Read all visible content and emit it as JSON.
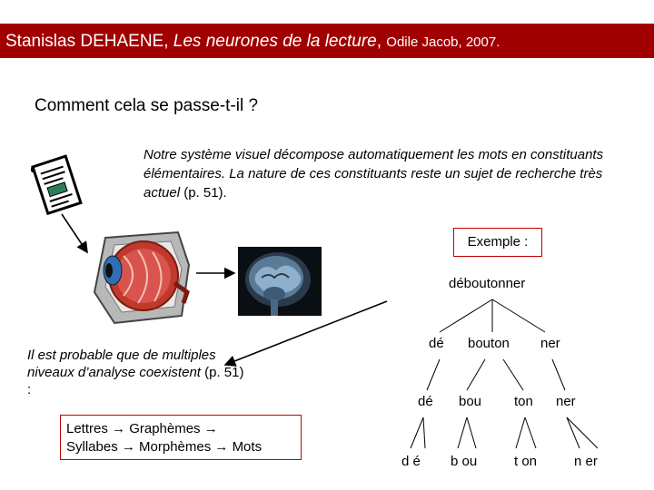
{
  "banner": {
    "author": "Stanislas DEHAENE, ",
    "book_title": "Les neurones de la lecture",
    "sep": ", ",
    "publisher": "Odile Jacob, 2007."
  },
  "heading": "Comment cela se passe-t-il ?",
  "description": {
    "text": "Notre système visuel décompose automatiquement les mots en constituants élémentaires.  La nature de ces constituants reste un sujet de recherche très actuel",
    "ref": "(p. 51)."
  },
  "note": {
    "text": "Il est probable que de multiples niveaux d’analyse coexistent",
    "ref": "(p. 51) :"
  },
  "chain": {
    "line1": "Lettres → Graphèmes →",
    "line2": "Syllabes → Morphèmes → Mots"
  },
  "example": {
    "label": "Exemple :",
    "root": "déboutonner",
    "level1": [
      "dé",
      "bouton",
      "ner"
    ],
    "level2": [
      "dé",
      "bou",
      "ton",
      "ner"
    ],
    "level3": [
      "d é",
      "b ou",
      "t on",
      "n er"
    ]
  },
  "icons": [
    "document-icon",
    "eye-icon",
    "brain-scan-image"
  ],
  "colors": {
    "banner": "#a00000",
    "box_border": "#c00000"
  }
}
